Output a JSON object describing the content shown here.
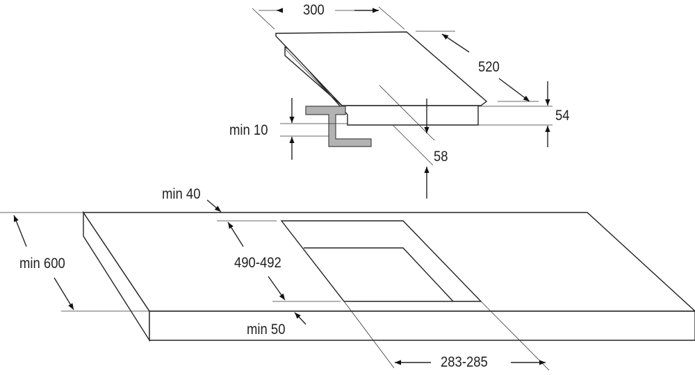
{
  "title": "Hob installation dimensions",
  "hob": {
    "width": "300",
    "depth": "520",
    "height": "54",
    "below_surface": "58",
    "min_clearance": "min 10"
  },
  "countertop": {
    "min_back_distance": "min 40",
    "min_depth": "min 600",
    "cutout_depth": "490-492",
    "min_front_distance": "min 50",
    "cutout_width": "283-285"
  },
  "colors": {
    "line": "#222222",
    "bracket": "#b3b3b3"
  }
}
